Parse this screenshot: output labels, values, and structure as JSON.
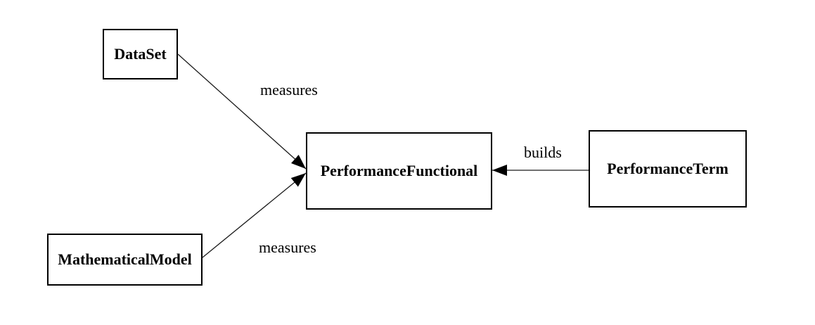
{
  "diagram": {
    "type": "class-relationship-diagram",
    "colors": {
      "background": "#ffffff",
      "node_border": "#000000",
      "line": "#1a1a1a",
      "text": "#000000"
    },
    "nodes": [
      {
        "id": "dataset",
        "label": "DataSet"
      },
      {
        "id": "mathematical-model",
        "label": "MathematicalModel"
      },
      {
        "id": "performance-functional",
        "label": "PerformanceFunctional"
      },
      {
        "id": "performance-term",
        "label": "PerformanceTerm"
      }
    ],
    "edges": [
      {
        "from": "DataSet",
        "to": "PerformanceFunctional",
        "label": "measures",
        "arrowhead": "filled-triangle"
      },
      {
        "from": "MathematicalModel",
        "to": "PerformanceFunctional",
        "label": "measures",
        "arrowhead": "filled-triangle"
      },
      {
        "from": "PerformanceTerm",
        "to": "PerformanceFunctional",
        "label": "builds",
        "arrowhead": "filled-triangle"
      }
    ]
  }
}
